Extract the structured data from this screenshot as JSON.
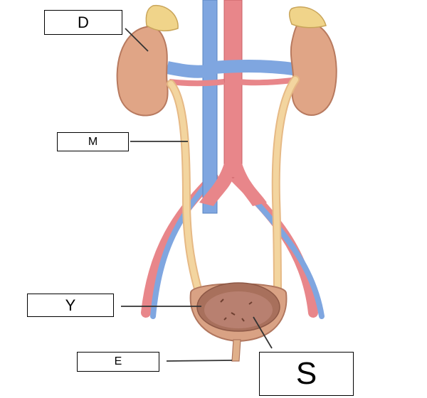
{
  "labels": {
    "d": "D",
    "m": "M",
    "y": "Y",
    "e": "E",
    "s": "S"
  },
  "colors": {
    "kidney": "#e0a586",
    "adrenal": "#f0d48a",
    "artery": "#e8868a",
    "vein": "#7fa6e0",
    "ureter": "#f3d59f",
    "bladder": "#d9a284",
    "bladder_inner": "#a8705c"
  }
}
